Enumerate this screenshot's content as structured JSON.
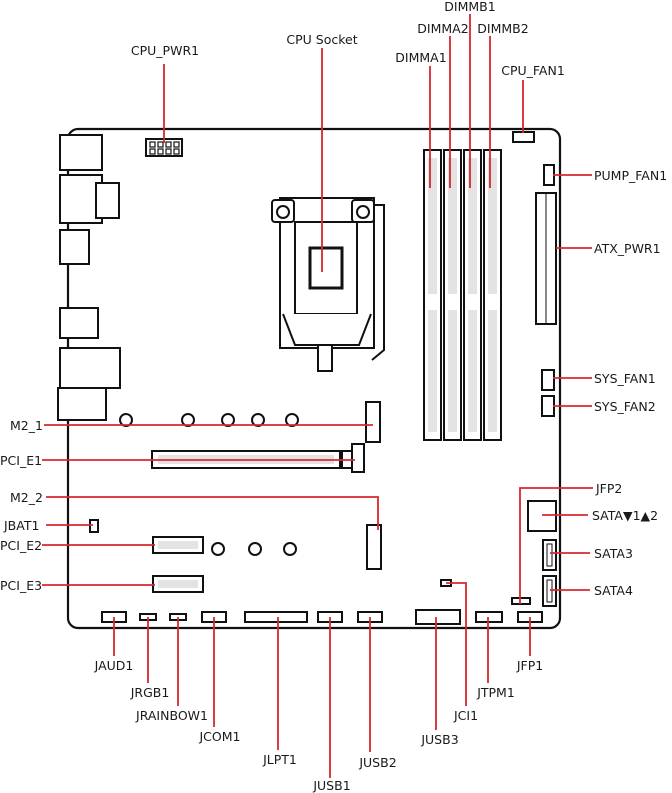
{
  "labels": {
    "dimmb1": "DIMMB1",
    "dimma2": "DIMMA2",
    "dimmb2": "DIMMB2",
    "dimma1": "DIMMA1",
    "cpu_socket": "CPU Socket",
    "cpu_pwr1": "CPU_PWR1",
    "cpu_fan1": "CPU_FAN1",
    "pump_fan1": "PUMP_FAN1",
    "atx_pwr1": "ATX_PWR1",
    "sys_fan1": "SYS_FAN1",
    "sys_fan2": "SYS_FAN2",
    "m2_1": "M2_1",
    "pci_e1": "PCI_E1",
    "m2_2": "M2_2",
    "jfp2": "JFP2",
    "jbat1": "JBAT1",
    "sata12": "SATA▼1▲2",
    "pci_e2": "PCI_E2",
    "sata3": "SATA3",
    "pci_e3": "PCI_E3",
    "sata4": "SATA4",
    "jaud1": "JAUD1",
    "jfp1": "JFP1",
    "jrgb1": "JRGB1",
    "jtpm1": "JTPM1",
    "jrainbow1": "JRAINBOW1",
    "jci1": "JCI1",
    "jcom1": "JCOM1",
    "jlpt1": "JLPT1",
    "jusb2": "JUSB2",
    "jusb3": "JUSB3",
    "jusb1": "JUSB1"
  },
  "colors": {
    "leader_line": "#d6292e",
    "outline": "#111111",
    "slot_fill": "#e3e3e3"
  }
}
